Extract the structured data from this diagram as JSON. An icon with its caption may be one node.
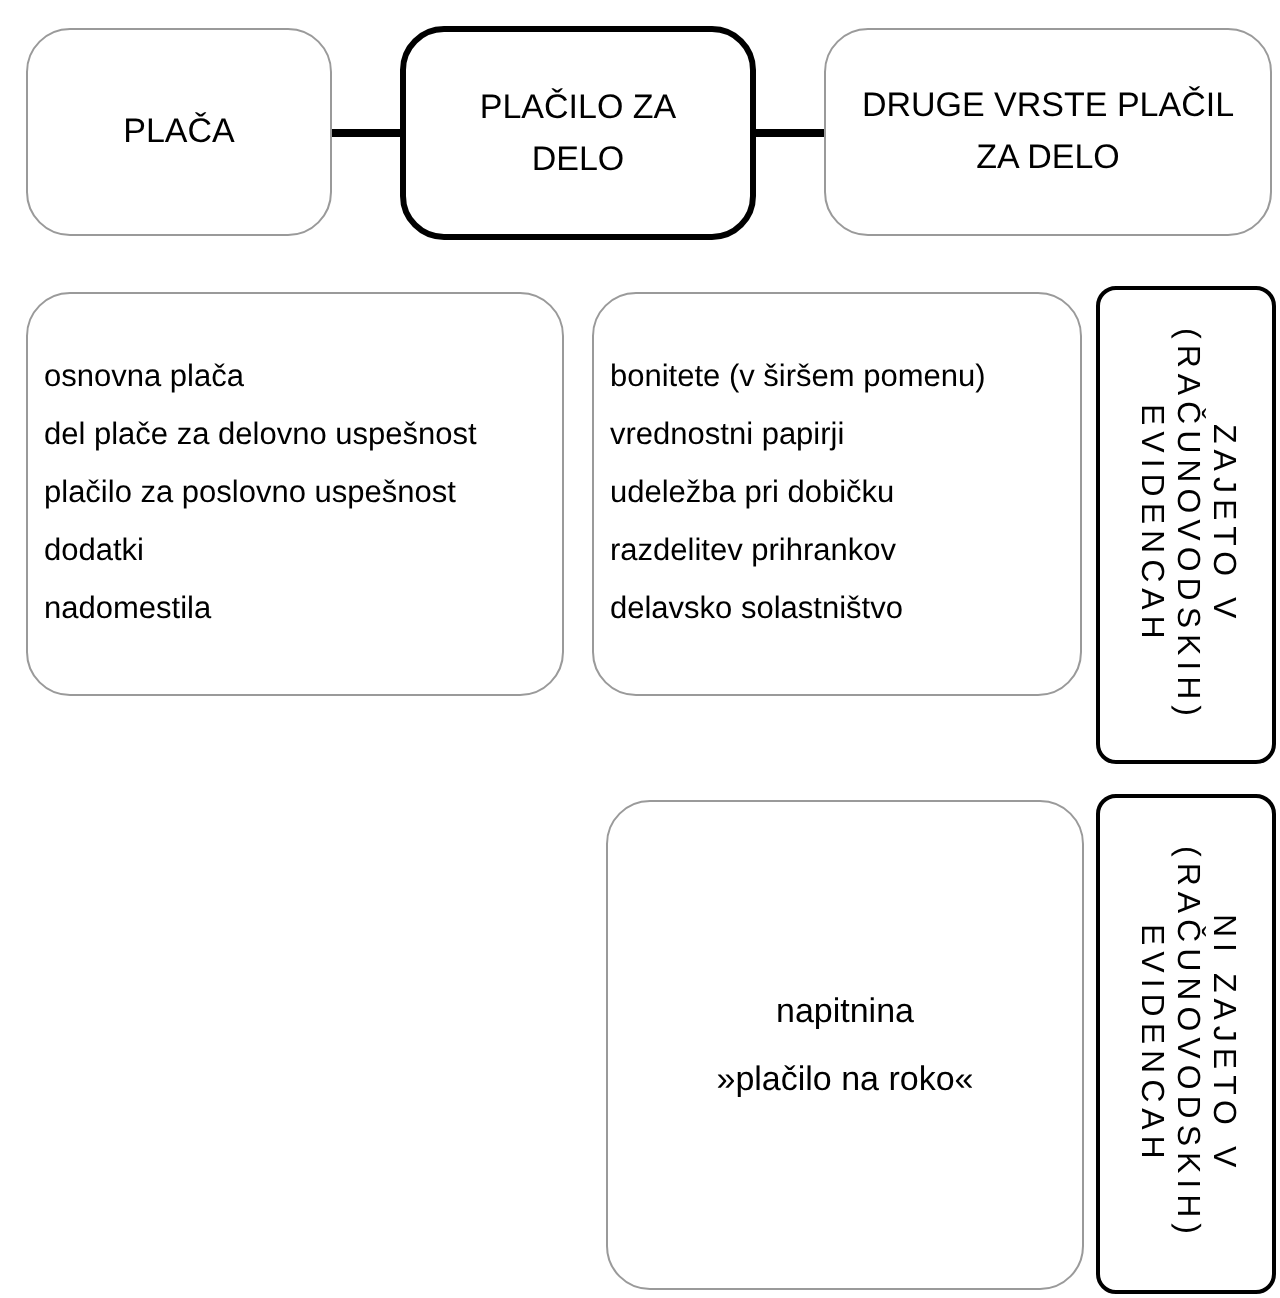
{
  "diagram": {
    "nodes": [
      {
        "text": [
          "PLAČA"
        ]
      },
      {
        "text": [
          "PLAČILO ZA DELO"
        ]
      },
      {
        "text": [
          "DRUGE VRSTE PLAČIL ZA DELO"
        ]
      },
      {
        "text": [
          "osnovna plača",
          "del plače za delovno uspešnost",
          "plačilo za poslovno uspešnost",
          "dodatki",
          "nadomestila"
        ]
      },
      {
        "text": [
          "bonitete  (v širšem pomenu)",
          "vrednostni papirji",
          "udeležba pri dobičku",
          "razdelitev prihrankov",
          "delavsko solastništvo"
        ]
      },
      {
        "text": [
          "ZAJETO V",
          "(RAČUNOVODSKIH)",
          "EVIDENCAH"
        ]
      },
      {
        "text": [
          "napitnina",
          "»plačilo na roko«"
        ]
      },
      {
        "text": [
          "NI ZAJETO V",
          "(RAČUNOVODSKIH)",
          "EVIDENCAH"
        ]
      }
    ],
    "edges": [
      {
        "from": 1,
        "to": 0,
        "arrow": "none"
      },
      {
        "from": 1,
        "to": 2,
        "arrow": "none"
      }
    ]
  }
}
